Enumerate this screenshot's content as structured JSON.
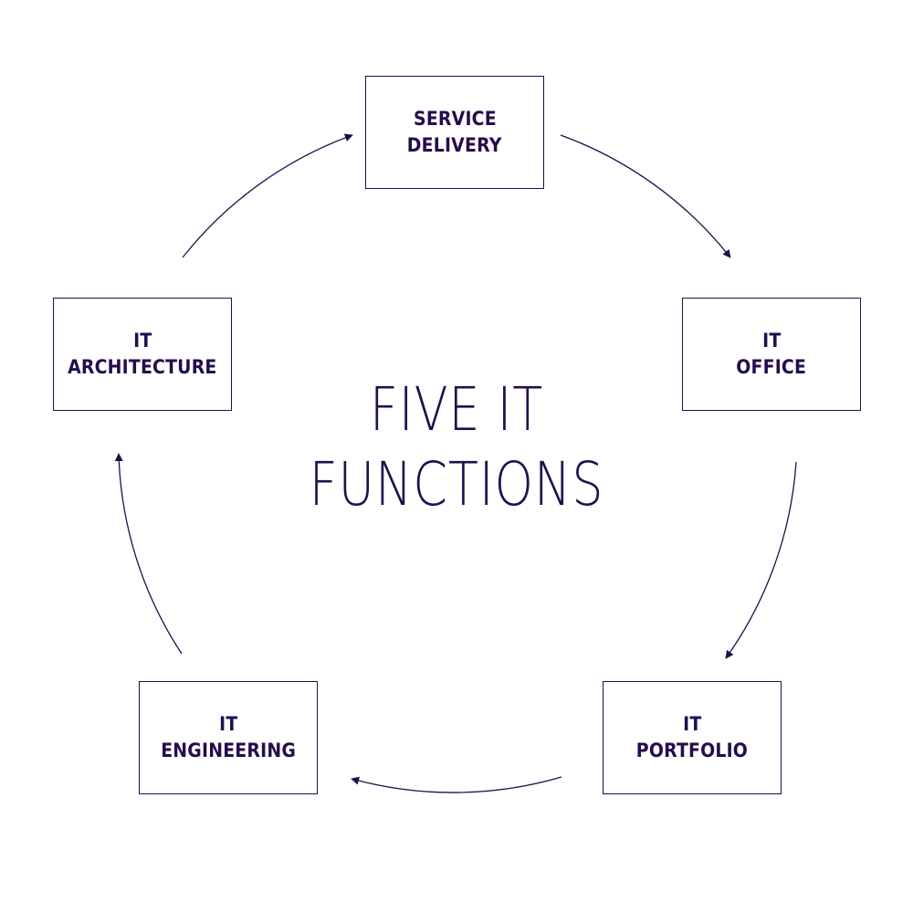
{
  "title": {
    "lines": [
      "FIVE IT",
      "FUNCTIONS"
    ]
  },
  "nodes": [
    {
      "id": "service-delivery",
      "lines": [
        "SERVICE",
        "DELIVERY"
      ]
    },
    {
      "id": "it-office",
      "lines": [
        "IT",
        "OFFICE"
      ]
    },
    {
      "id": "it-portfolio",
      "lines": [
        "IT",
        "PORTFOLIO"
      ]
    },
    {
      "id": "it-engineering",
      "lines": [
        "IT",
        "ENGINEERING"
      ]
    },
    {
      "id": "it-architecture",
      "lines": [
        "IT",
        "ARCHITECTURE"
      ]
    }
  ],
  "flow": [
    {
      "from": "service-delivery",
      "to": "it-office"
    },
    {
      "from": "it-office",
      "to": "it-portfolio"
    },
    {
      "from": "it-portfolio",
      "to": "it-engineering"
    },
    {
      "from": "it-engineering",
      "to": "it-architecture"
    },
    {
      "from": "it-architecture",
      "to": "service-delivery"
    }
  ],
  "colors": {
    "ink": "#240d4d",
    "background": "#ffffff"
  }
}
